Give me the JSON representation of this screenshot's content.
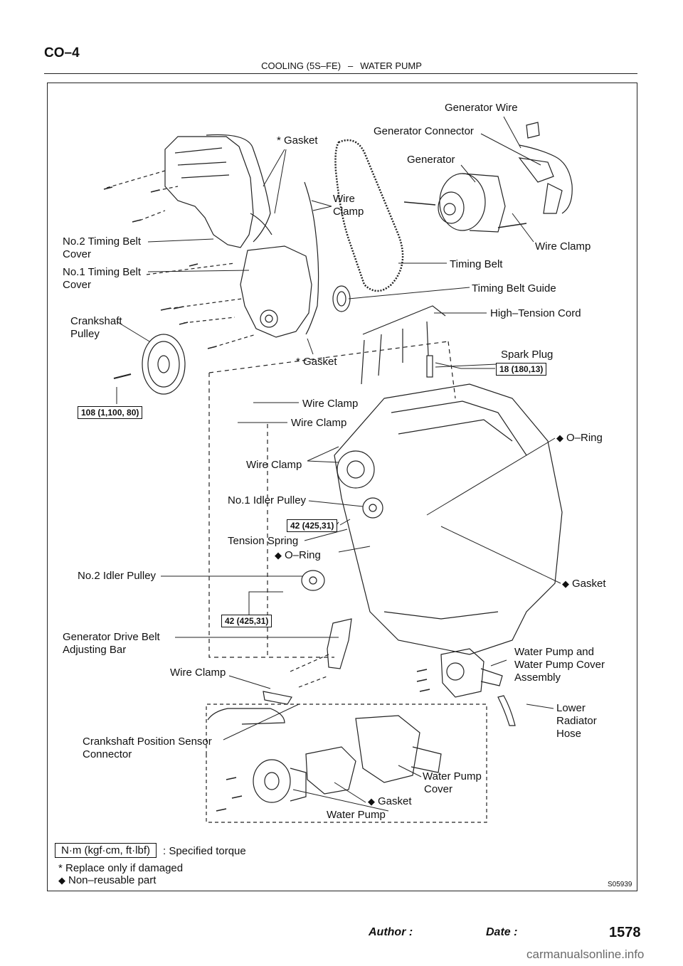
{
  "header": {
    "section_code": "CO–4",
    "section": "COOLING (5S–FE)",
    "separator": "–",
    "subject": "WATER PUMP"
  },
  "diagram": {
    "labels": {
      "generator_wire": "Generator Wire",
      "generator_connector": "Generator Connector",
      "gasket_top": "* Gasket",
      "generator": "Generator",
      "wire_clamp_top_1": "Wire",
      "wire_clamp_top_2": "Clamp",
      "no2_timing_belt_cover_1": "No.2  Timing  Belt",
      "no2_timing_belt_cover_2": "Cover",
      "wire_clamp_right": "Wire Clamp",
      "no1_timing_belt_cover_1": "No.1  Timing  Belt",
      "no1_timing_belt_cover_2": "Cover",
      "timing_belt": "Timing Belt",
      "timing_belt_guide": "Timing Belt Guide",
      "crankshaft_pulley_1": "Crankshaft",
      "crankshaft_pulley_2": "Pulley",
      "high_tension_cord": "High–Tension Cord",
      "spark_plug": "Spark Plug",
      "gasket_mid": "* Gasket",
      "wire_clamp_a": "Wire Clamp",
      "wire_clamp_b": "Wire Clamp",
      "o_ring_upper": "O–Ring",
      "wire_clamp_c": "Wire Clamp",
      "no1_idler_pulley": "No.1 Idler Pulley",
      "tension_spring": "Tension Spring",
      "o_ring_lower": "O–Ring",
      "no2_idler_pulley": "No.2 Idler Pulley",
      "gasket_right": "Gasket",
      "gen_drive_belt_bar_1": "Generator  Drive  Belt",
      "gen_drive_belt_bar_2": "Adjusting Bar",
      "wp_assembly_1": "Water Pump and",
      "wp_assembly_2": "Water Pump Cover",
      "wp_assembly_3": "Assembly",
      "wire_clamp_d": "Wire Clamp",
      "lower_radiator_hose_1": "Lower",
      "lower_radiator_hose_2": "Radiator",
      "lower_radiator_hose_3": "Hose",
      "ckp_sensor_connector_1": "Crankshaft  Position  Sensor",
      "ckp_sensor_connector_2": "Connector",
      "water_pump_cover_1": "Water Pump",
      "water_pump_cover_2": "Cover",
      "gasket_bottom": "Gasket",
      "water_pump": "Water Pump"
    },
    "torques": {
      "spark_plug": "18 (180,13)",
      "crankshaft_pulley_bolt": "108 (1,100, 80)",
      "no1_idler_pulley": "42 (425,31)",
      "no2_idler_pulley": "42 (425,31)"
    },
    "figure_number": "S05939"
  },
  "legend": {
    "unit_box": "N·m (kgf·cm, ft·lbf)",
    "unit_text": ": Specified torque",
    "replace_note": "* Replace only if damaged",
    "non_reusable": "Non–reusable part",
    "diamond_symbol": "◆"
  },
  "footer": {
    "author_label": "Author :",
    "date_label": "Date :",
    "page_number": "1578",
    "watermark": "carmanualsonline.info"
  }
}
